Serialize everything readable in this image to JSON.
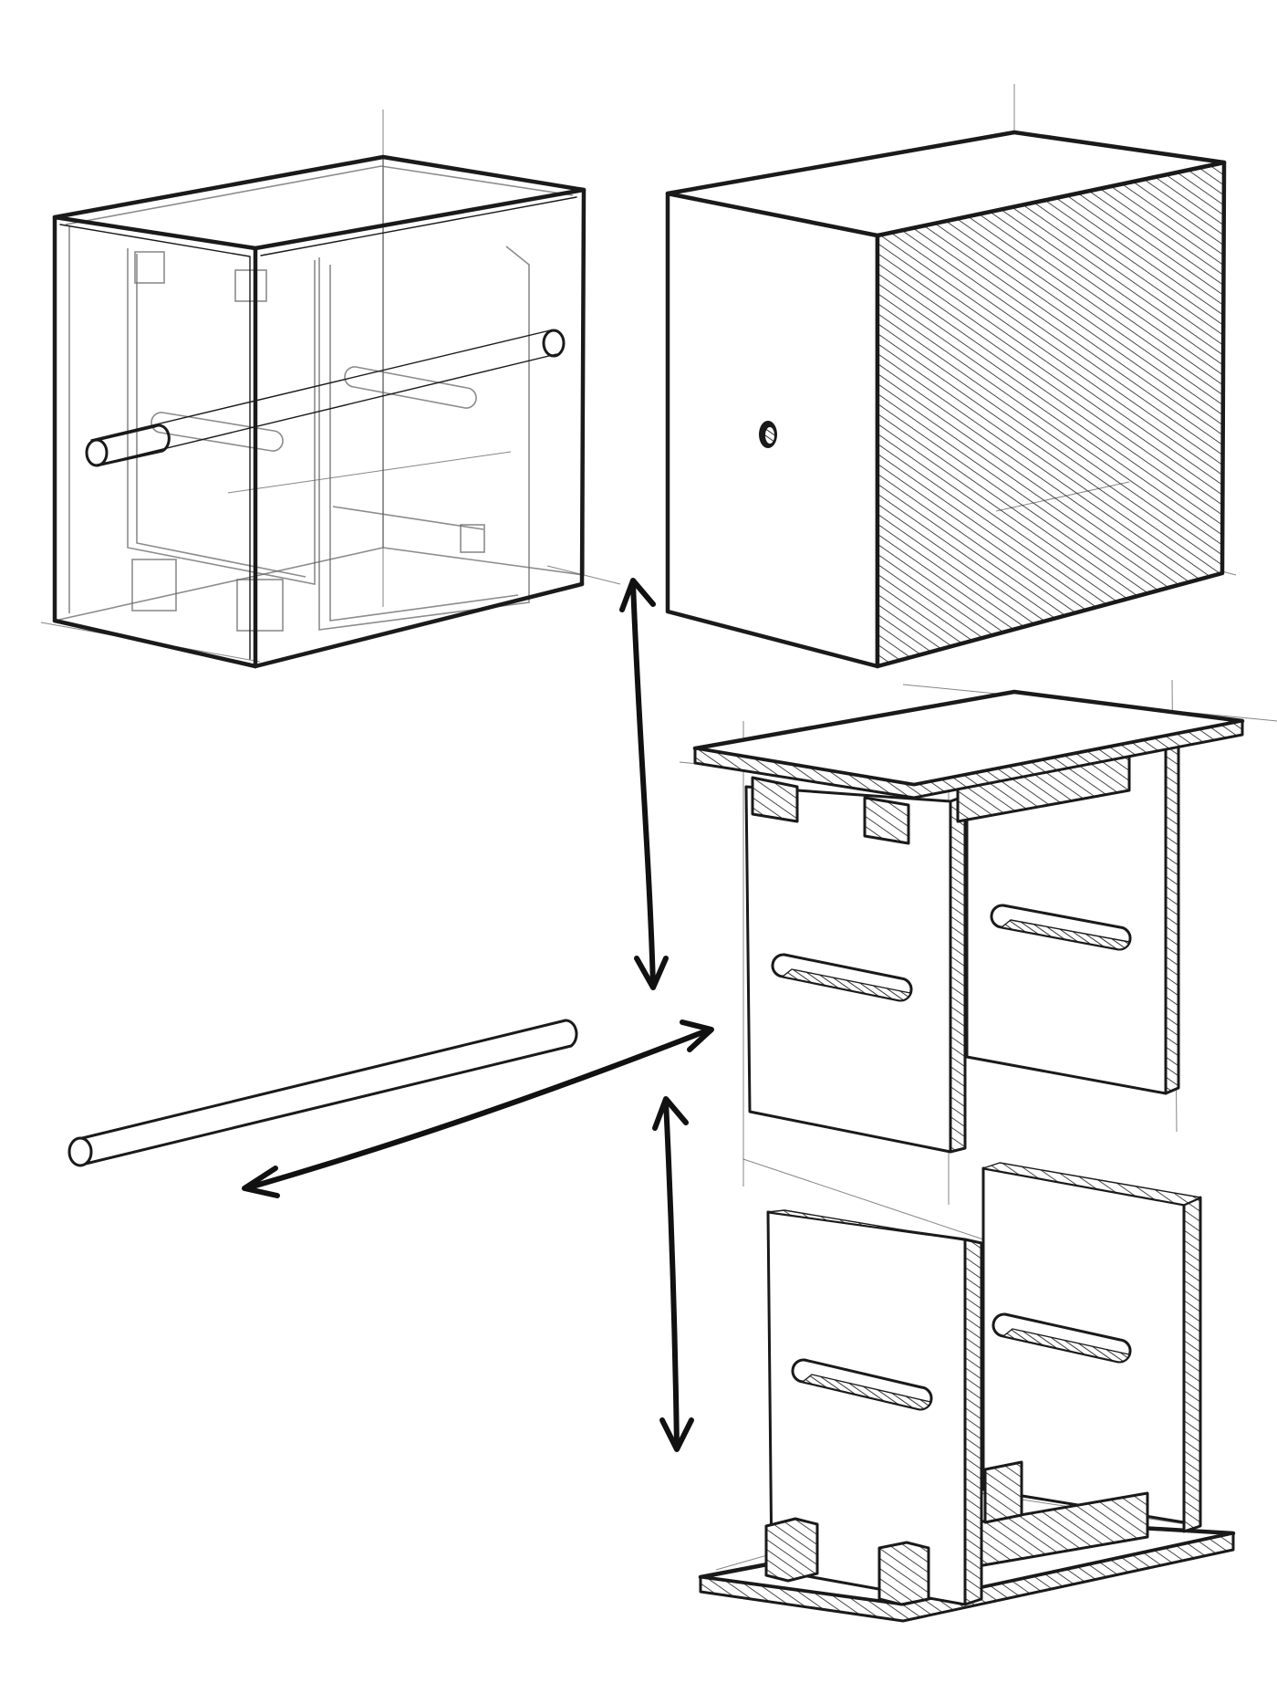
{
  "diagram": {
    "views": [
      {
        "id": "assembled-xray",
        "description_name": "transparent-assembly"
      },
      {
        "id": "closed-box",
        "description_name": "closed-box"
      },
      {
        "id": "upper-half",
        "description_name": "upper-half"
      },
      {
        "id": "lower-half",
        "description_name": "lower-half"
      },
      {
        "id": "rod",
        "description_name": "rod"
      }
    ],
    "arrows": [
      {
        "id": "arrow-boxes",
        "style": "double-headed"
      },
      {
        "id": "arrow-rod",
        "style": "double-headed"
      },
      {
        "id": "arrow-halves",
        "style": "double-headed"
      }
    ],
    "colors": {
      "ink": "#1a1a1a",
      "paper": "#ffffff",
      "ghost": "#666666"
    }
  }
}
